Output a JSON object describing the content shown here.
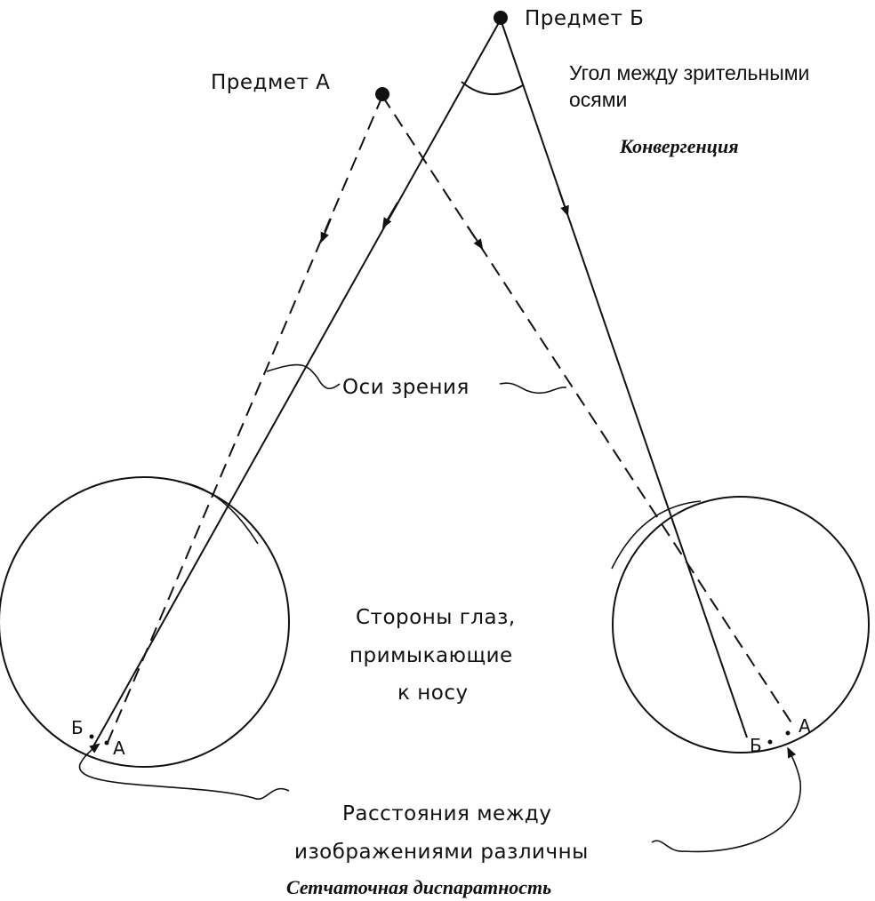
{
  "labels": {
    "object_b": "Предмет Б",
    "object_a": "Предмет А",
    "angle_line1": "Угол между зрительными",
    "angle_line2": "осями",
    "convergence": "Конвергенция",
    "visual_axes": "Оси зрения",
    "nasal_line1": "Стороны глаз,",
    "nasal_line2": "примыкающие",
    "nasal_line3": "к носу",
    "distances_line1": "Расстояния между",
    "distances_line2": "изображениями различны",
    "retinal_disparity": "Сетчаточная диспаратность",
    "left_eye_b": "Б",
    "left_eye_a": "А",
    "right_eye_b": "Б",
    "right_eye_a": "А"
  }
}
